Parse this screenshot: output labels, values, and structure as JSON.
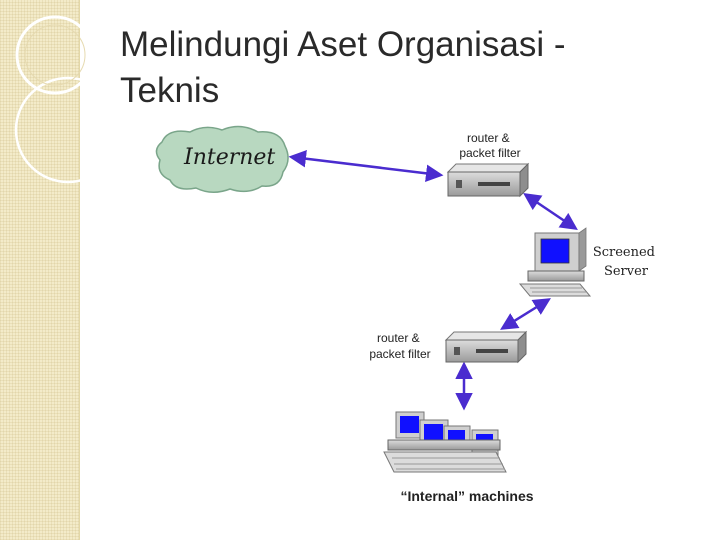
{
  "slide": {
    "title_line1": "Melindungi Aset Organisasi -",
    "title_line2": "Teknis"
  },
  "diagram": {
    "internet_label": "Internet",
    "router1_label_line1": "router &",
    "router1_label_line2": "packet filter",
    "server_label_line1": "Screened",
    "server_label_line2": "Server",
    "router2_label_line1": "router &",
    "router2_label_line2": "packet filter",
    "internal_label": "“Internal” machines"
  },
  "colors": {
    "accent_panel": "#f3ebc9",
    "arrow": "#4a2ccf",
    "screen": "#1010ff"
  }
}
